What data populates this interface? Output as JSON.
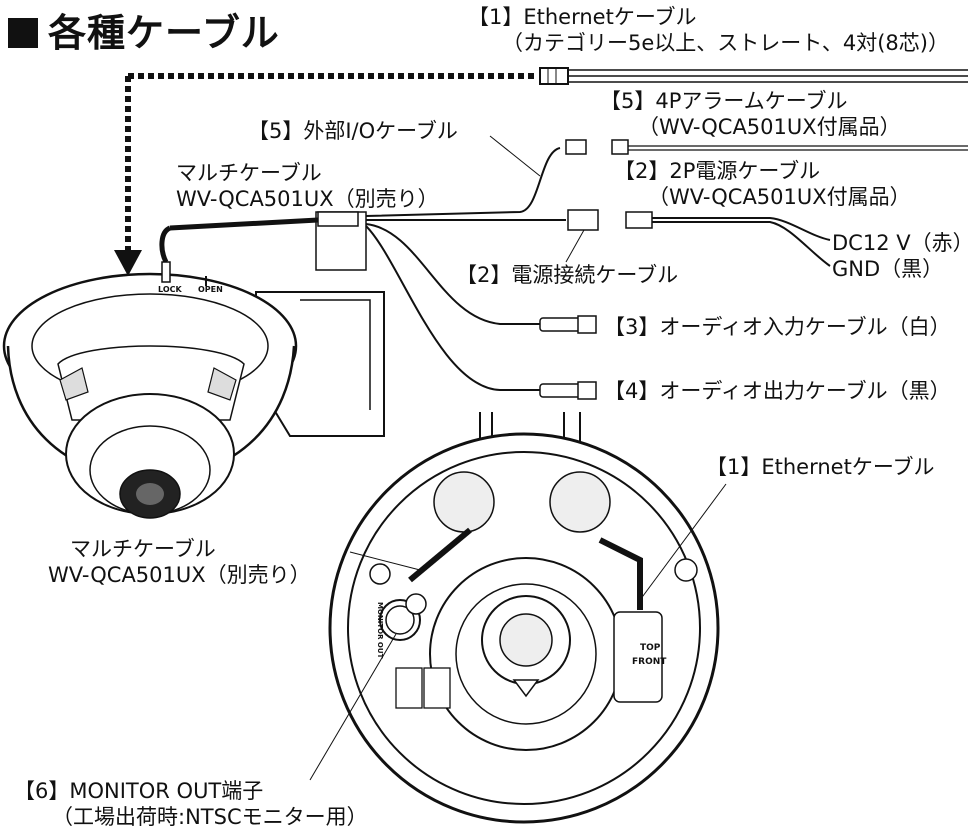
{
  "title": "各種ケーブル",
  "labels": {
    "ethernet_top_1": "【1】Ethernetケーブル",
    "ethernet_top_2": "（カテゴリー5e以上、ストレート、4対(8芯)）",
    "alarm_1": "【5】4Pアラームケーブル",
    "alarm_2": "（WV-QCA501UX付属品）",
    "io_cable": "【5】外部I/Oケーブル",
    "multi_1": "マルチケーブル",
    "multi_2": "WV-QCA501UX（別売り）",
    "power2p_1": "【2】2P電源ケーブル",
    "power2p_2": "（WV-QCA501UX付属品）",
    "dc12": "DC12 V（赤）",
    "gnd": "GND（黒）",
    "power_conn": "【2】電源接続ケーブル",
    "audio_in": "【3】オーディオ入力ケーブル（白）",
    "audio_out": "【4】オーディオ出力ケーブル（黒）",
    "ethernet_bottom": "【1】Ethernetケーブル",
    "multi_b1": "マルチケーブル",
    "multi_b2": "WV-QCA501UX（別売り）",
    "monitor_1": "【6】MONITOR OUT端子",
    "monitor_2": "（工場出荷時:NTSCモニター用）"
  },
  "stamps": {
    "lock": "LOCK",
    "open": "OPEN",
    "top": "TOP",
    "front": "FRONT",
    "monitor_out": "MONITOR OUT"
  }
}
